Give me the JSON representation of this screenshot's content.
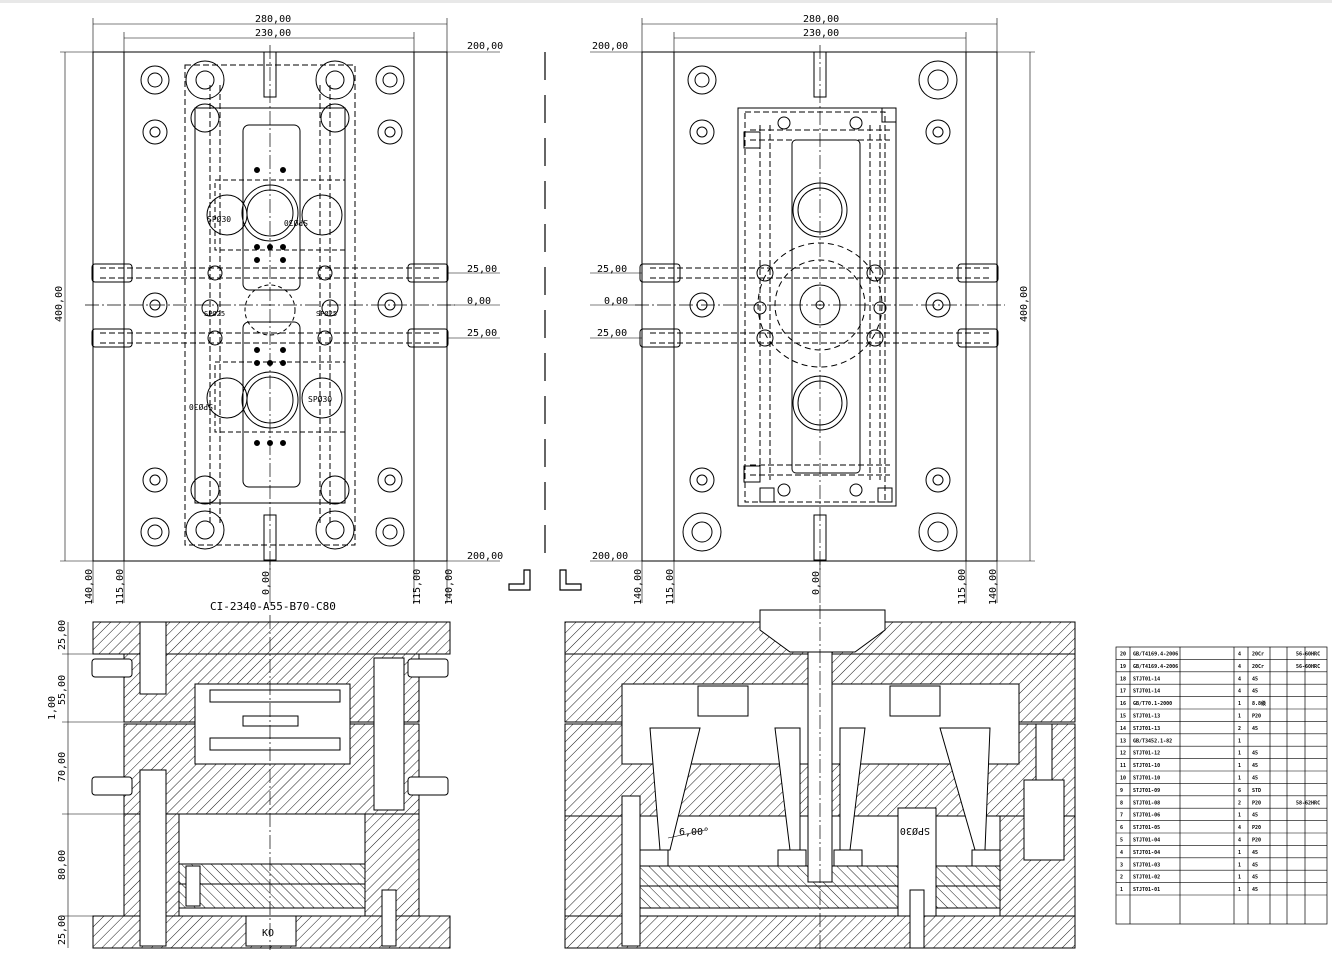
{
  "drawing": {
    "part_code": "CI-2340-A55-B70-C80",
    "plan_left": {
      "width_outer": "280,00",
      "width_inner": "230,00",
      "height": "400,00",
      "right_dims": [
        "200,00",
        "25,00",
        "0,00",
        "25,00",
        "200,00"
      ],
      "bottom_dims": [
        "140,00",
        "115,00",
        "0,00",
        "115,00",
        "140,00"
      ],
      "gate_labels": [
        "SPØ30",
        "SPØ30",
        "SPØ25",
        "SPØ25",
        "SPØ30",
        "SPØ30"
      ]
    },
    "plan_right": {
      "width_outer": "280,00",
      "width_inner": "230,00",
      "height": "400,00",
      "left_dims": [
        "200,00",
        "25,00",
        "0,00",
        "25,00",
        "200,00"
      ],
      "bottom_dims": [
        "140,00",
        "115,00",
        "0,00",
        "115,00",
        "140,00"
      ]
    },
    "section_left": {
      "heights": [
        "25,00",
        "55,00",
        "1,00",
        "70,00",
        "80,00",
        "25,00"
      ],
      "ko_label": "KO"
    },
    "section_right": {
      "angle": "6,00°",
      "sprue_label": "SPØ30"
    }
  },
  "bom": {
    "rows": [
      {
        "no": "20",
        "code": "GB/T4169.4-2006",
        "qty": "4",
        "mat": "20Cr",
        "note": "56-60HRC"
      },
      {
        "no": "19",
        "code": "GB/T4169.4-2006",
        "qty": "4",
        "mat": "20Cr",
        "note": "56-60HRC"
      },
      {
        "no": "18",
        "code": "STJT01-14",
        "qty": "4",
        "mat": "45",
        "note": ""
      },
      {
        "no": "17",
        "code": "STJT01-14",
        "qty": "4",
        "mat": "45",
        "note": ""
      },
      {
        "no": "16",
        "code": "GB/T70.1-2000",
        "qty": "1",
        "mat": "8.8级",
        "note": ""
      },
      {
        "no": "15",
        "code": "STJT01-13",
        "qty": "1",
        "mat": "P20",
        "note": ""
      },
      {
        "no": "14",
        "code": "STJT01-13",
        "qty": "2",
        "mat": "45",
        "note": ""
      },
      {
        "no": "13",
        "code": "GB/T3452.1-82",
        "qty": "1",
        "mat": "",
        "note": ""
      },
      {
        "no": "12",
        "code": "STJT01-12",
        "qty": "1",
        "mat": "45",
        "note": ""
      },
      {
        "no": "11",
        "code": "STJT01-10",
        "qty": "1",
        "mat": "45",
        "note": ""
      },
      {
        "no": "10",
        "code": "STJT01-10",
        "qty": "1",
        "mat": "45",
        "note": ""
      },
      {
        "no": "9",
        "code": "STJT01-09",
        "qty": "6",
        "mat": "STD",
        "note": ""
      },
      {
        "no": "8",
        "code": "STJT01-08",
        "qty": "2",
        "mat": "P20",
        "note": "58-62HRC"
      },
      {
        "no": "7",
        "code": "STJT01-06",
        "qty": "1",
        "mat": "45",
        "note": ""
      },
      {
        "no": "6",
        "code": "STJT01-05",
        "qty": "4",
        "mat": "P20",
        "note": ""
      },
      {
        "no": "5",
        "code": "STJT01-04",
        "qty": "4",
        "mat": "P20",
        "note": ""
      },
      {
        "no": "4",
        "code": "STJT01-04",
        "qty": "1",
        "mat": "45",
        "note": ""
      },
      {
        "no": "3",
        "code": "STJT01-03",
        "qty": "1",
        "mat": "45",
        "note": ""
      },
      {
        "no": "2",
        "code": "STJT01-02",
        "qty": "1",
        "mat": "45",
        "note": ""
      },
      {
        "no": "1",
        "code": "STJT01-01",
        "qty": "1",
        "mat": "45",
        "note": ""
      }
    ]
  }
}
